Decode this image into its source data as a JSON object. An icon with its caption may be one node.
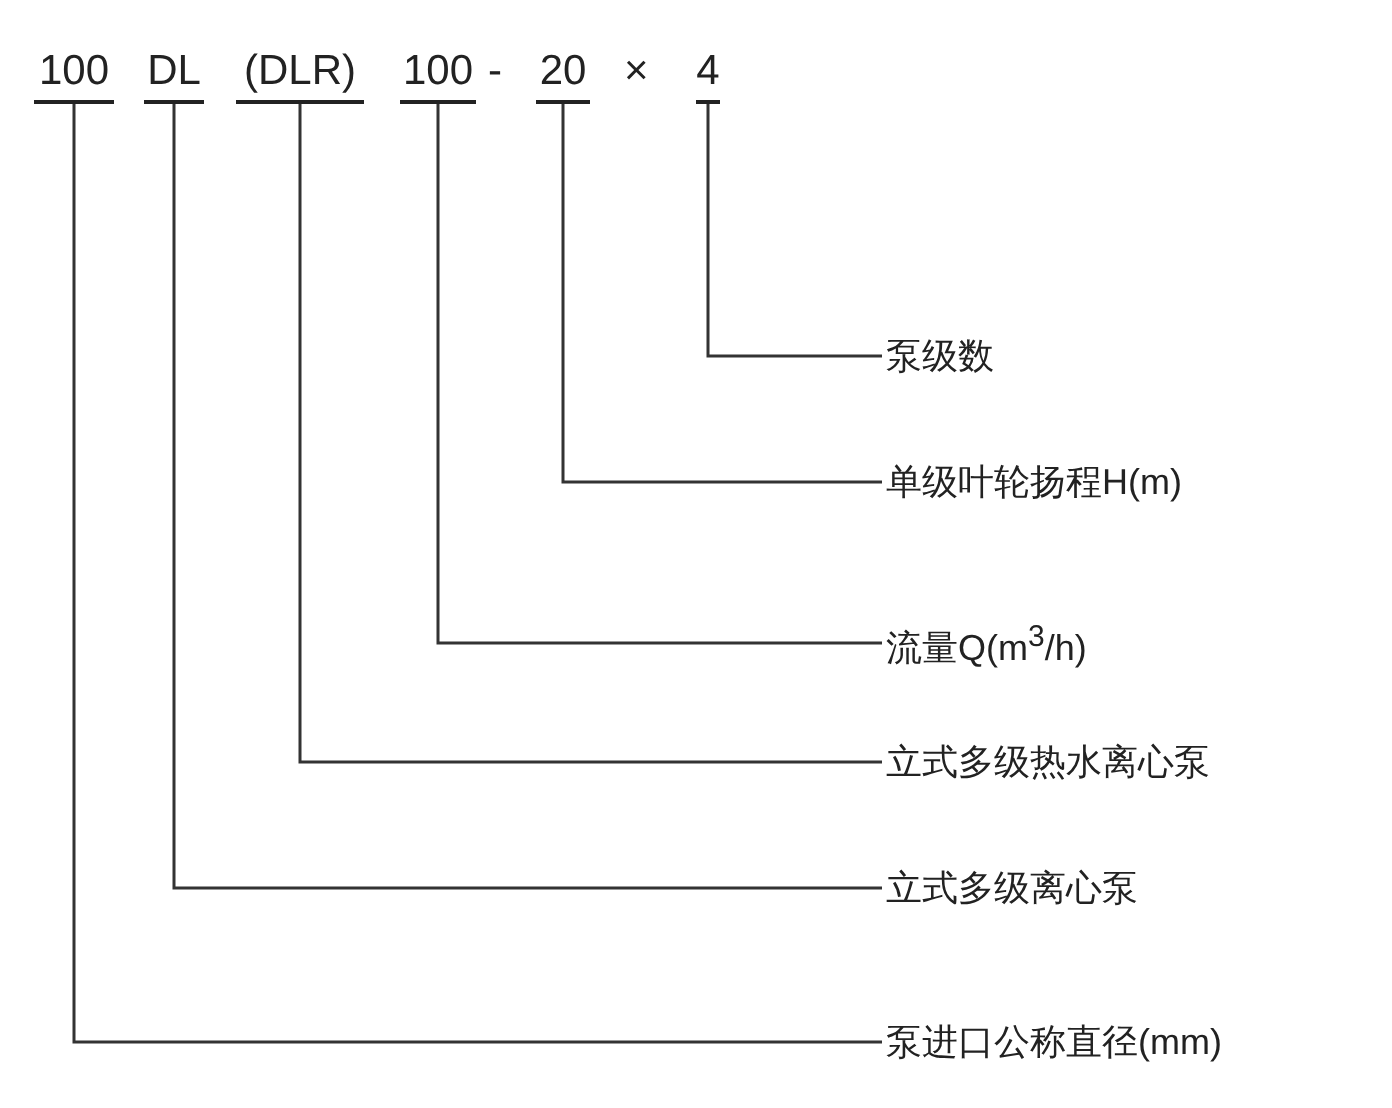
{
  "diagram": {
    "nodes": [
      {
        "text": [
          "100"
        ]
      },
      {
        "text": [
          "DL"
        ]
      },
      {
        "text": [
          "(DLR)"
        ]
      },
      {
        "text": [
          "100"
        ]
      },
      {
        "text": [
          "20"
        ]
      },
      {
        "text": [
          "4"
        ]
      },
      {
        "text": [
          "泵级数"
        ]
      },
      {
        "text": [
          "单级叶轮扬程H(m)"
        ]
      },
      {
        "text": [
          "流量Q(m$^{3}$/h)"
        ]
      },
      {
        "text": [
          "立式多级热水离心泵"
        ]
      },
      {
        "text": [
          "立式多级离心泵"
        ]
      },
      {
        "text": [
          "泵进口公称直径(mm)"
        ]
      }
    ],
    "edges": [
      {
        "from": 5,
        "to": 6,
        "arrow": "none"
      },
      {
        "from": 4,
        "to": 7,
        "arrow": "none"
      },
      {
        "from": 3,
        "to": 8,
        "arrow": "none"
      },
      {
        "from": 2,
        "to": 9,
        "arrow": "none"
      },
      {
        "from": 1,
        "to": 10,
        "arrow": "none"
      },
      {
        "from": 0,
        "to": 11,
        "arrow": "none"
      }
    ],
    "labels": [
      "-",
      "×"
    ]
  }
}
